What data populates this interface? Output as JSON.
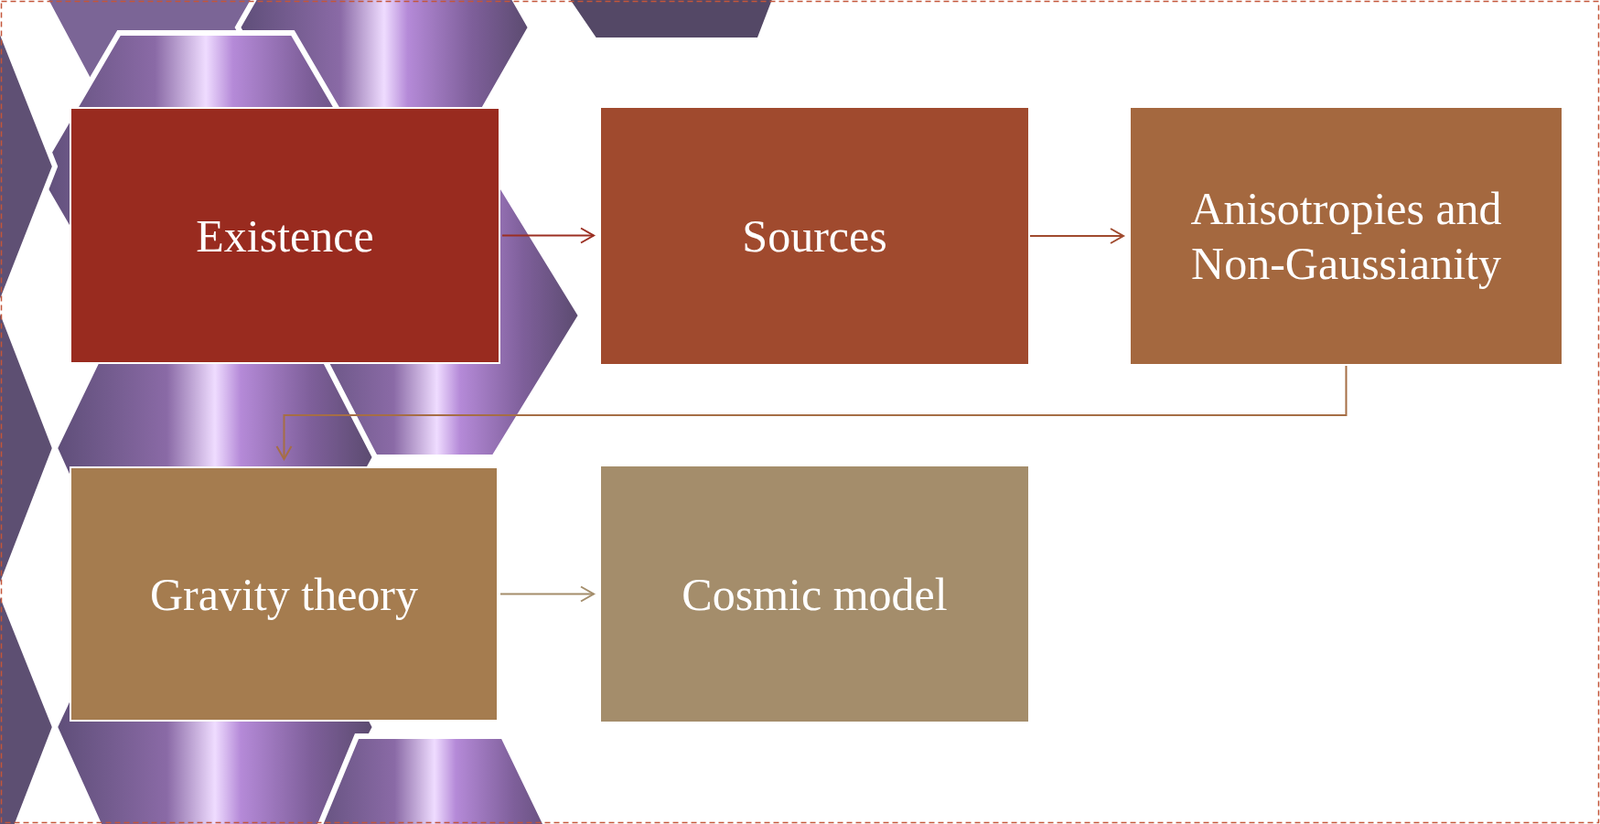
{
  "diagram": {
    "nodes": [
      {
        "text": [
          "Existence"
        ]
      },
      {
        "text": [
          "Sources"
        ]
      },
      {
        "text": [
          "Anisotropies and Non-Gaussianity"
        ]
      },
      {
        "text": [
          "Gravity theory"
        ]
      },
      {
        "text": [
          "Cosmic model"
        ]
      }
    ],
    "edges": [
      {
        "from": 0,
        "to": 1,
        "arrow": "to"
      },
      {
        "from": 1,
        "to": 2,
        "arrow": "to"
      },
      {
        "from": 2,
        "to": 3,
        "arrow": "to"
      },
      {
        "from": 3,
        "to": 4,
        "arrow": "to"
      }
    ]
  }
}
